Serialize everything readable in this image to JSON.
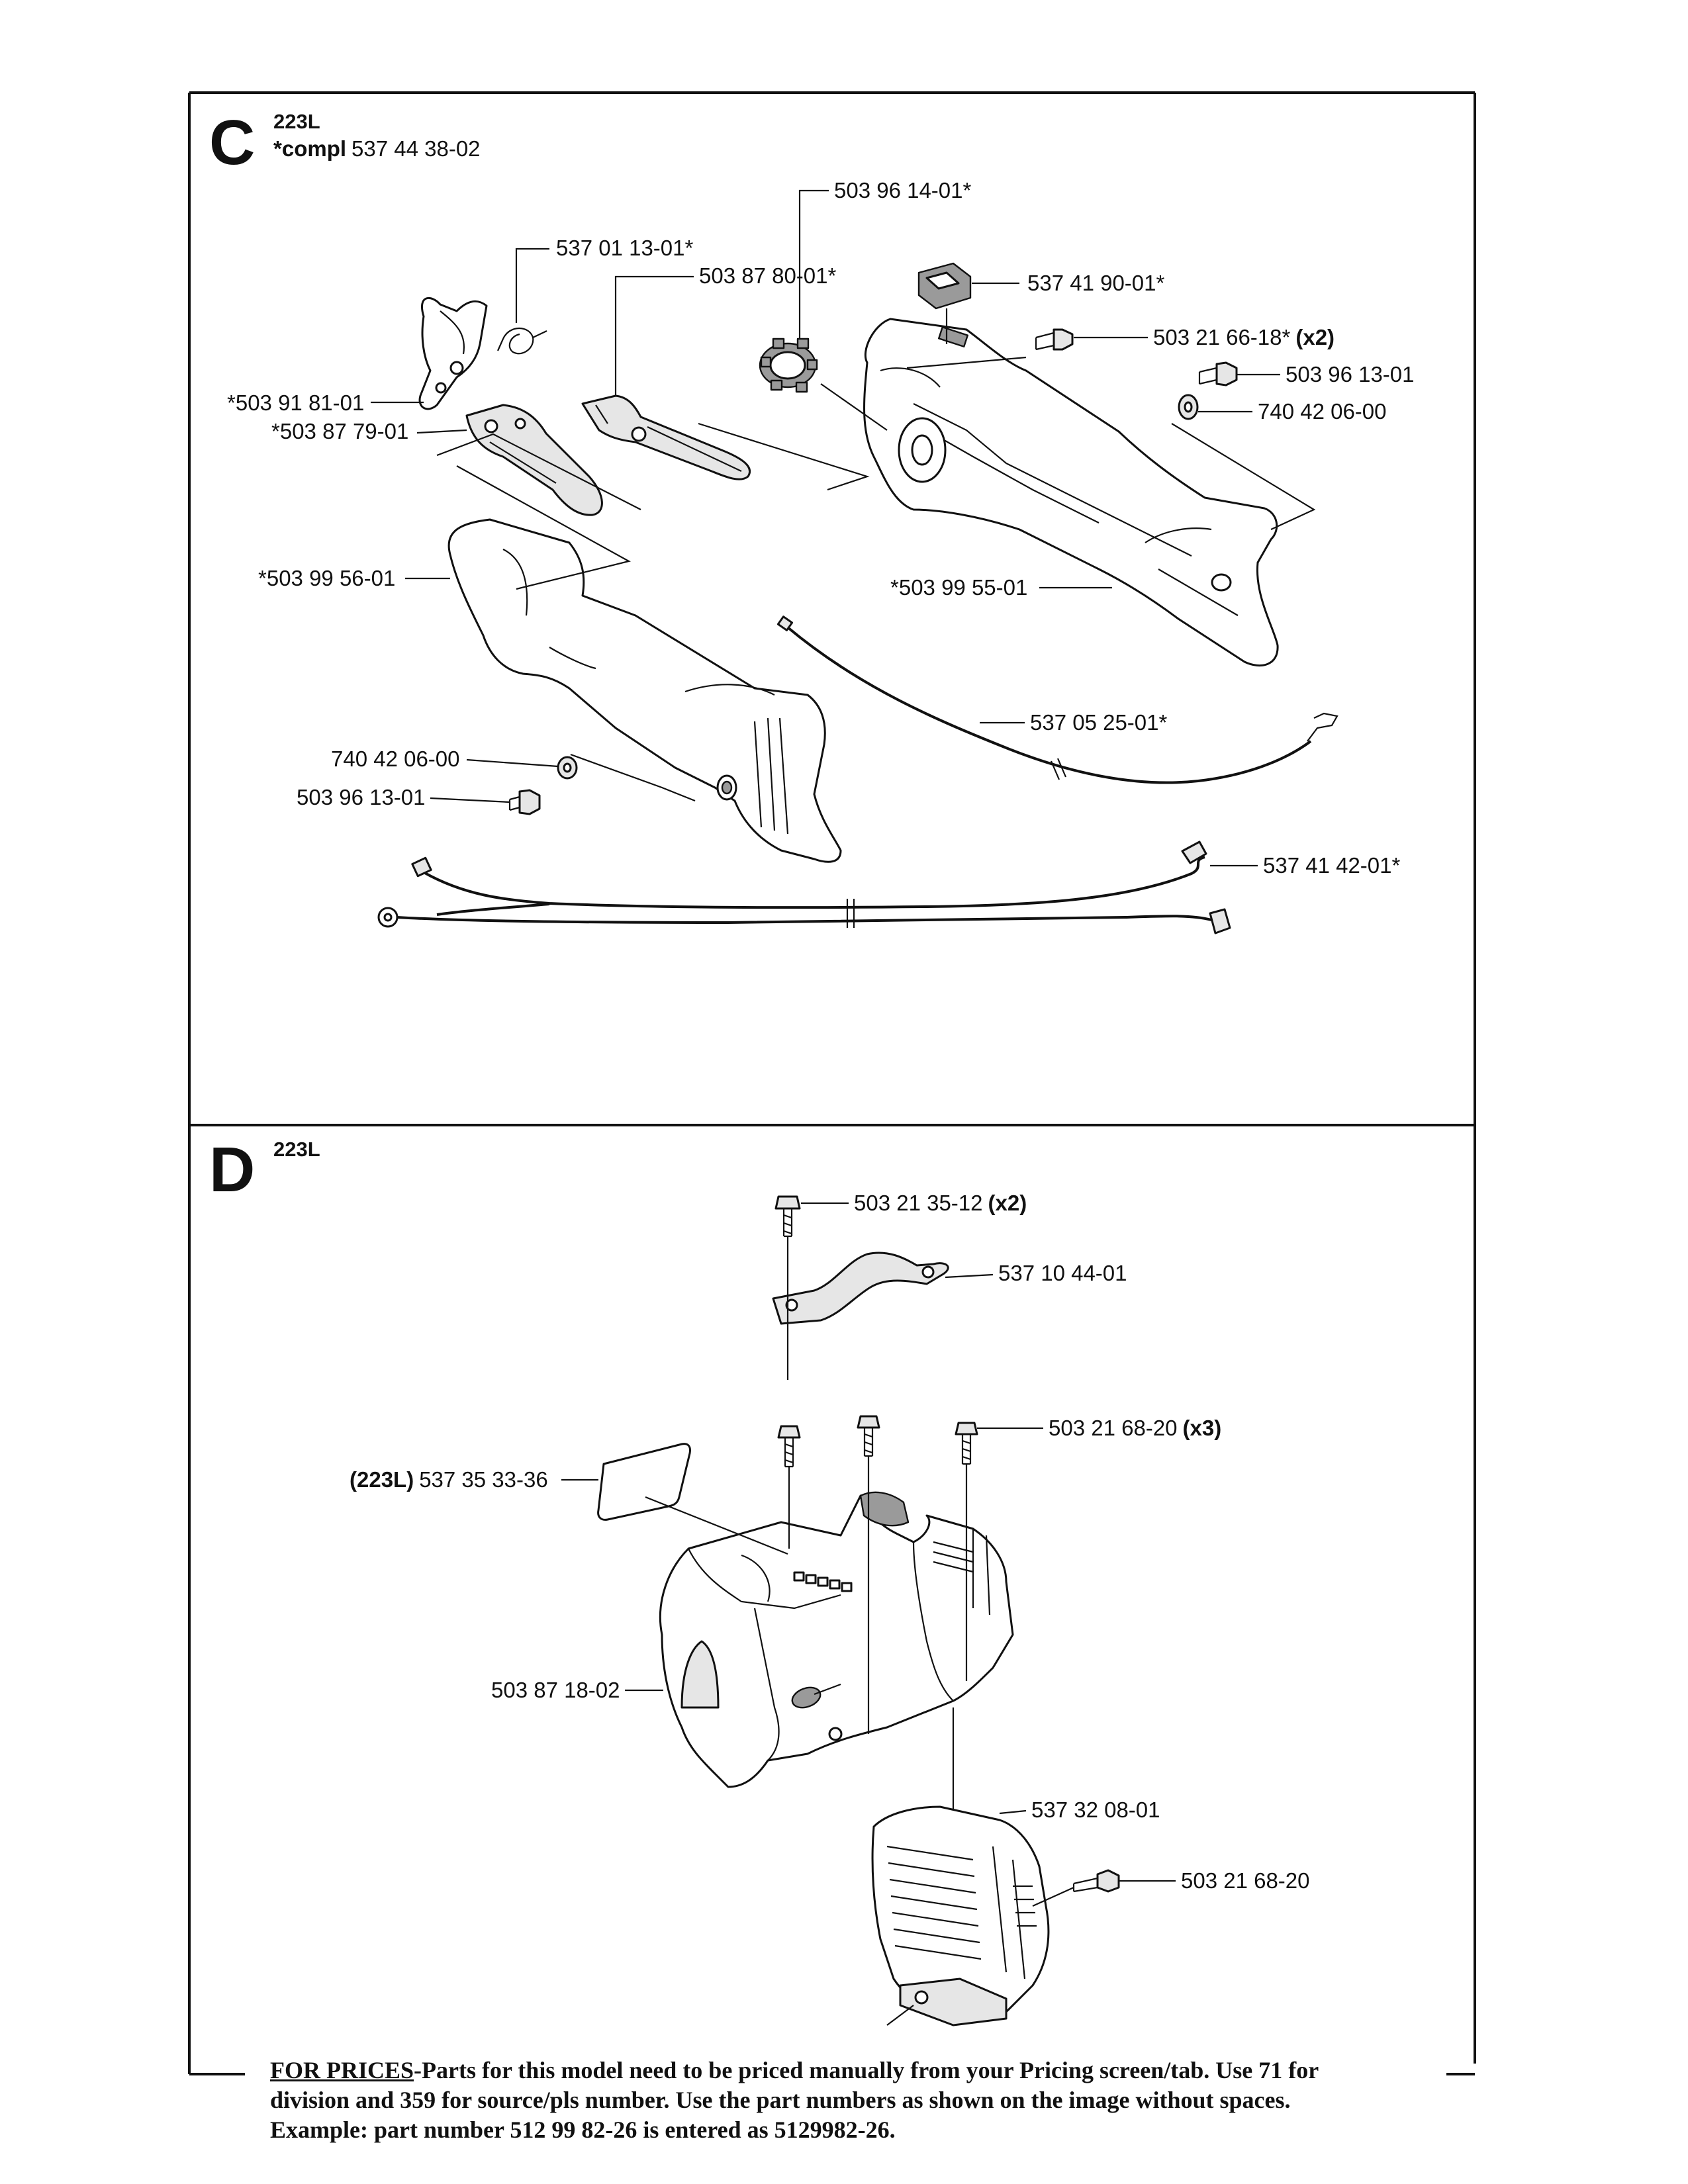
{
  "section_c": {
    "letter": "C",
    "model": "223L",
    "compl_prefix": "*compl",
    "compl_number": "537 44 38-02",
    "labels": [
      {
        "id": "c1",
        "text": "503 96 14-01*"
      },
      {
        "id": "c2",
        "text": "537 01 13-01*"
      },
      {
        "id": "c3",
        "text": "503 87 80-01*"
      },
      {
        "id": "c4",
        "text": "537 41 90-01*"
      },
      {
        "id": "c5",
        "text": "503 21 66-18*",
        "suffix": "(x2)"
      },
      {
        "id": "c6",
        "text": "503 96 13-01"
      },
      {
        "id": "c7",
        "text": "740 42 06-00"
      },
      {
        "id": "c8",
        "text": "*503 91 81-01"
      },
      {
        "id": "c9",
        "text": "*503 87 79-01"
      },
      {
        "id": "c10",
        "text": "*503 99 56-01"
      },
      {
        "id": "c11",
        "text": "*503 99 55-01"
      },
      {
        "id": "c12",
        "text": "537 05 25-01*"
      },
      {
        "id": "c13",
        "text": "740 42 06-00"
      },
      {
        "id": "c14",
        "text": "503 96 13-01"
      },
      {
        "id": "c15",
        "text": "537 41 42-01*"
      }
    ]
  },
  "section_d": {
    "letter": "D",
    "model": "223L",
    "labels": [
      {
        "id": "d1",
        "text": "503 21 35-12",
        "suffix": "(x2)"
      },
      {
        "id": "d2",
        "text": "537 10 44-01"
      },
      {
        "id": "d3",
        "text": "503 21 68-20",
        "suffix": "(x3)"
      },
      {
        "id": "d4",
        "prefix": "(223L)",
        "text": "537 35 33-36"
      },
      {
        "id": "d5",
        "text": "503 87 18-02"
      },
      {
        "id": "d6",
        "text": "537 32 08-01"
      },
      {
        "id": "d7",
        "text": "503 21 68-20"
      }
    ]
  },
  "footer": {
    "heading": "FOR PRICES",
    "line1": "-Parts for this model need to be priced manually from your Pricing screen/tab. Use 71 for",
    "line2": "division and 359 for source/pls number. Use the part numbers as shown on the image without spaces.",
    "line3": "Example: part number 512 99 82-26 is entered as 5129982-26."
  }
}
